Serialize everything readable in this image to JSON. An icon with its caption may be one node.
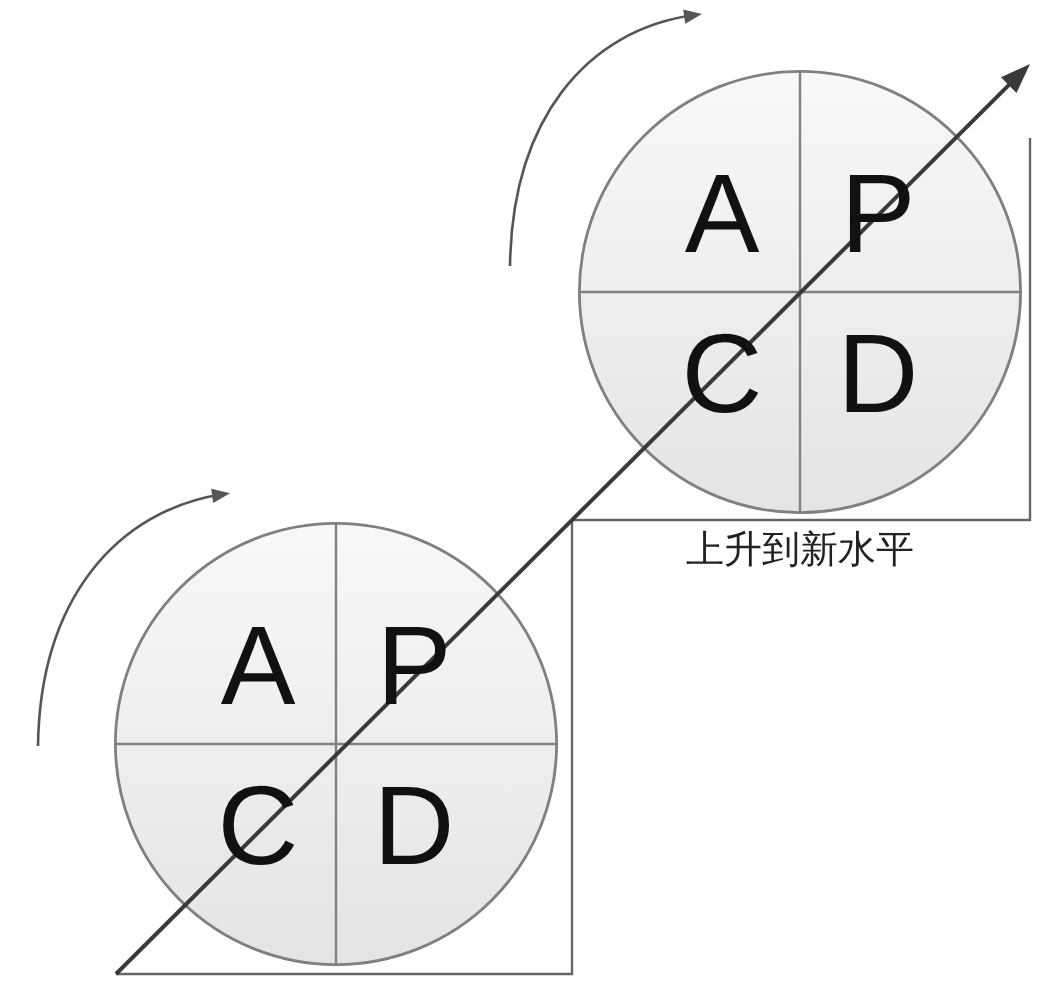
{
  "diagram": {
    "nodes": [
      {
        "text": [],
        "shape": "circle"
      },
      {
        "text": [
          "A"
        ],
        "in": 0
      },
      {
        "text": [
          "P"
        ],
        "in": 0
      },
      {
        "text": [
          "C"
        ],
        "in": 0
      },
      {
        "text": [
          "D"
        ],
        "in": 0
      },
      {
        "text": [],
        "shape": "circle"
      },
      {
        "text": [
          "A"
        ],
        "in": 5
      },
      {
        "text": [
          "P"
        ],
        "in": 5
      },
      {
        "text": [
          "C"
        ],
        "in": 5
      },
      {
        "text": [
          "D"
        ],
        "in": 5
      }
    ],
    "labels": [
      "上升到新水平"
    ]
  }
}
